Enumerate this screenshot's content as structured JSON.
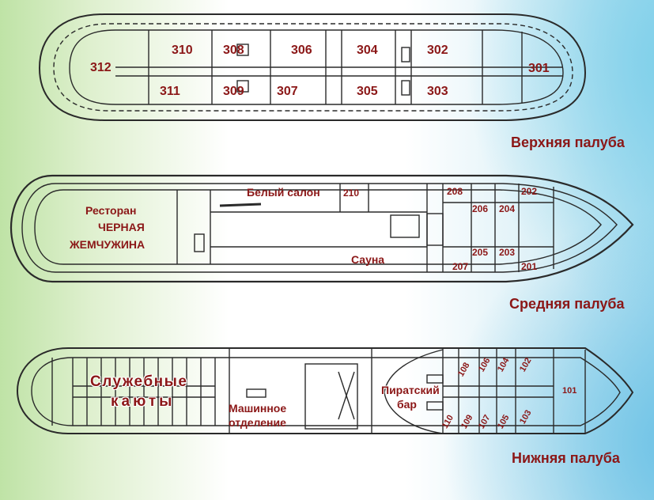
{
  "decks": {
    "upper": {
      "title": "Верхняя палуба",
      "rooms": [
        "312",
        "310",
        "308",
        "306",
        "304",
        "302",
        "301",
        "311",
        "309",
        "307",
        "305",
        "303"
      ]
    },
    "middle": {
      "title": "Средняя палуба",
      "restaurant": [
        "Ресторан",
        "ЧЕРНАЯ",
        "ЖЕМЧУЖИНА"
      ],
      "salon": "Белый салон",
      "sauna": "Сауна",
      "rooms": [
        "210",
        "208",
        "206",
        "204",
        "202",
        "205",
        "203",
        "207",
        "201"
      ]
    },
    "lower": {
      "title": "Нижняя палуба",
      "service": [
        "Служебные",
        "каюты"
      ],
      "engine": [
        "Машинное",
        "отделение"
      ],
      "bar": [
        "Пиратский",
        "бар"
      ],
      "rooms": [
        "108",
        "106",
        "104",
        "102",
        "101",
        "110",
        "109",
        "107",
        "105",
        "103"
      ]
    }
  },
  "colors": {
    "label": "#8b1717",
    "line": "#2a2a2a"
  }
}
